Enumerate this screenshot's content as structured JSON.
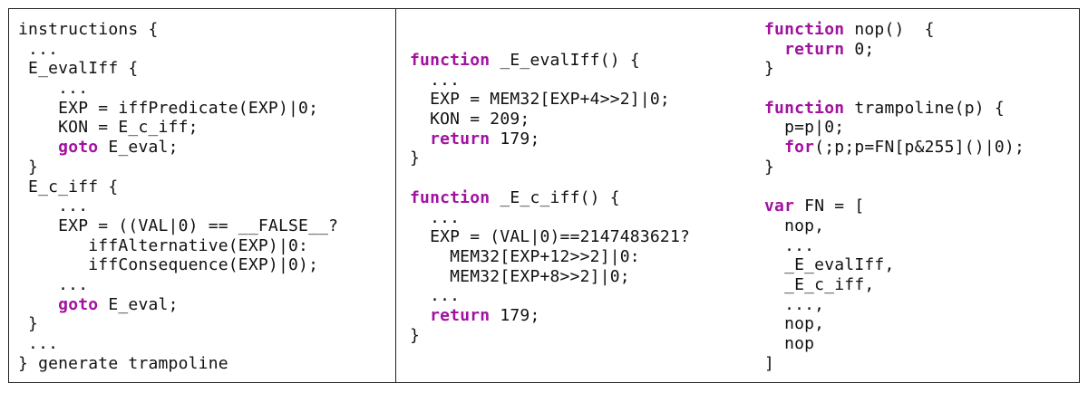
{
  "panels": [
    {
      "id": "instructions",
      "lines": [
        [
          {
            "t": "instructions {"
          }
        ],
        [
          {
            "t": " ..."
          }
        ],
        [
          {
            "t": " E_evalIff {"
          }
        ],
        [
          {
            "t": "    ..."
          }
        ],
        [
          {
            "t": "    EXP = iffPredicate(EXP)|0;"
          }
        ],
        [
          {
            "t": "    KON = E_c_iff;"
          }
        ],
        [
          {
            "t": "    "
          },
          {
            "t": "goto",
            "k": 1
          },
          {
            "t": " E_eval;"
          }
        ],
        [
          {
            "t": " }"
          }
        ],
        [
          {
            "t": " E_c_iff {"
          }
        ],
        [
          {
            "t": "    ..."
          }
        ],
        [
          {
            "t": "    EXP = ((VAL|0) == __FALSE__?"
          }
        ],
        [
          {
            "t": "       iffAlternative(EXP)|0:"
          }
        ],
        [
          {
            "t": "       iffConsequence(EXP)|0);"
          }
        ],
        [
          {
            "t": "    ..."
          }
        ],
        [
          {
            "t": "    "
          },
          {
            "t": "goto",
            "k": 1
          },
          {
            "t": " E_eval;"
          }
        ],
        [
          {
            "t": " }"
          }
        ],
        [
          {
            "t": " ..."
          }
        ],
        [
          {
            "t": "} generate trampoline"
          }
        ]
      ]
    },
    {
      "id": "generated-functions",
      "lines": [
        [
          {
            "t": "function",
            "k": 1
          },
          {
            "t": " _E_evalIff() {"
          }
        ],
        [
          {
            "t": "  ..."
          }
        ],
        [
          {
            "t": "  EXP = MEM32[EXP+4>>2]|0;"
          }
        ],
        [
          {
            "t": "  KON = 209;"
          }
        ],
        [
          {
            "t": "  "
          },
          {
            "t": "return",
            "k": 1
          },
          {
            "t": " 179;"
          }
        ],
        [
          {
            "t": "}"
          }
        ],
        [
          {
            "t": ""
          }
        ],
        [
          {
            "t": "function",
            "k": 1
          },
          {
            "t": " _E_c_iff() {"
          }
        ],
        [
          {
            "t": "  ..."
          }
        ],
        [
          {
            "t": "  EXP = (VAL|0)==2147483621?"
          }
        ],
        [
          {
            "t": "    MEM32[EXP+12>>2]|0:"
          }
        ],
        [
          {
            "t": "    MEM32[EXP+8>>2]|0;"
          }
        ],
        [
          {
            "t": "  ..."
          }
        ],
        [
          {
            "t": "  "
          },
          {
            "t": "return",
            "k": 1
          },
          {
            "t": " 179;"
          }
        ],
        [
          {
            "t": "}"
          }
        ]
      ]
    },
    {
      "id": "trampoline",
      "lines": [
        [
          {
            "t": "function",
            "k": 1
          },
          {
            "t": " nop()  {"
          }
        ],
        [
          {
            "t": "  "
          },
          {
            "t": "return",
            "k": 1
          },
          {
            "t": " 0;"
          }
        ],
        [
          {
            "t": "}"
          }
        ],
        [
          {
            "t": ""
          }
        ],
        [
          {
            "t": "function",
            "k": 1
          },
          {
            "t": " trampoline(p) {"
          }
        ],
        [
          {
            "t": "  p=p|0;"
          }
        ],
        [
          {
            "t": "  "
          },
          {
            "t": "for",
            "k": 1
          },
          {
            "t": "(;p;p=FN[p&255]()|0);"
          }
        ],
        [
          {
            "t": "}"
          }
        ],
        [
          {
            "t": ""
          }
        ],
        [
          {
            "t": "var",
            "k": 1
          },
          {
            "t": " FN = ["
          }
        ],
        [
          {
            "t": "  nop,"
          }
        ],
        [
          {
            "t": "  ..."
          }
        ],
        [
          {
            "t": "  _E_evalIff,"
          }
        ],
        [
          {
            "t": "  _E_c_iff,"
          }
        ],
        [
          {
            "t": "  ...,"
          }
        ],
        [
          {
            "t": "  nop,"
          }
        ],
        [
          {
            "t": "  nop"
          }
        ],
        [
          {
            "t": "]"
          }
        ]
      ]
    }
  ],
  "colors": {
    "keyword": "#a1129f",
    "text": "#111111",
    "border": "#222222"
  }
}
